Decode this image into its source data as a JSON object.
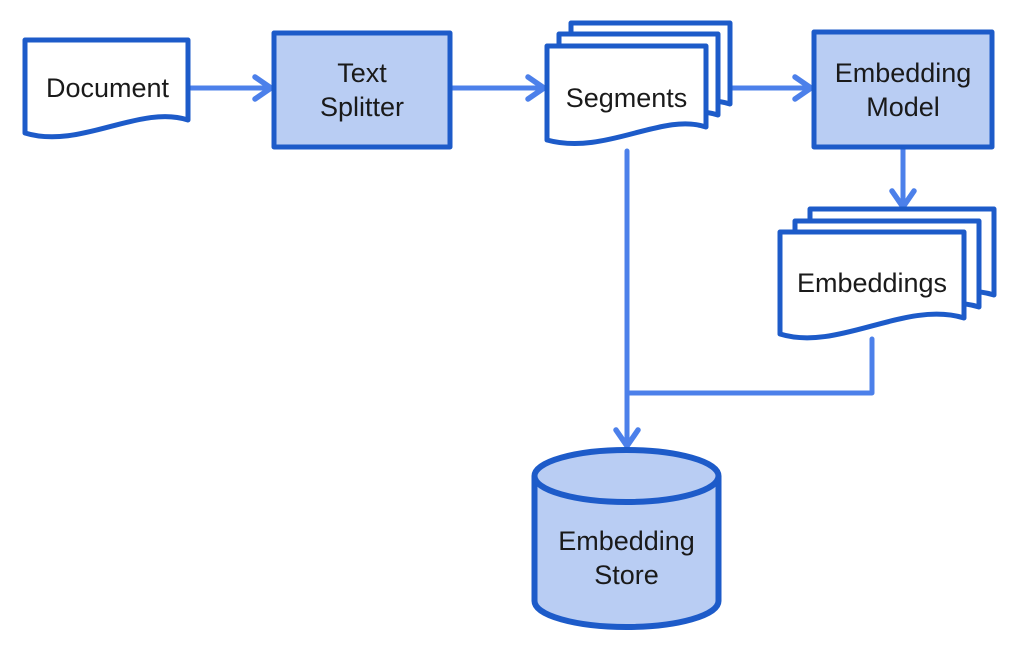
{
  "diagram": {
    "type": "flowchart",
    "colors": {
      "node_border": "#1d5bc9",
      "node_fill": "#b9cdf3",
      "doc_fill": "#ffffff",
      "connector": "#4c80ea",
      "text": "#1a1a1a",
      "background": "#ffffff"
    },
    "nodes": {
      "document": {
        "label": "Document",
        "shape": "document"
      },
      "text_splitter": {
        "label": "Text Splitter",
        "shape": "process-box"
      },
      "segments": {
        "label": "Segments",
        "shape": "document-stack"
      },
      "embedding_model": {
        "label": "Embedding Model",
        "shape": "process-box"
      },
      "embeddings": {
        "label": "Embeddings",
        "shape": "document-stack"
      },
      "embedding_store": {
        "label": "Embedding Store",
        "shape": "database-cylinder"
      }
    },
    "edges": [
      {
        "from": "document",
        "to": "text_splitter"
      },
      {
        "from": "text_splitter",
        "to": "segments"
      },
      {
        "from": "segments",
        "to": "embedding_model"
      },
      {
        "from": "embedding_model",
        "to": "embeddings"
      },
      {
        "from": "segments",
        "to": "embedding_store"
      },
      {
        "from": "embeddings",
        "to": "embedding_store"
      }
    ]
  }
}
